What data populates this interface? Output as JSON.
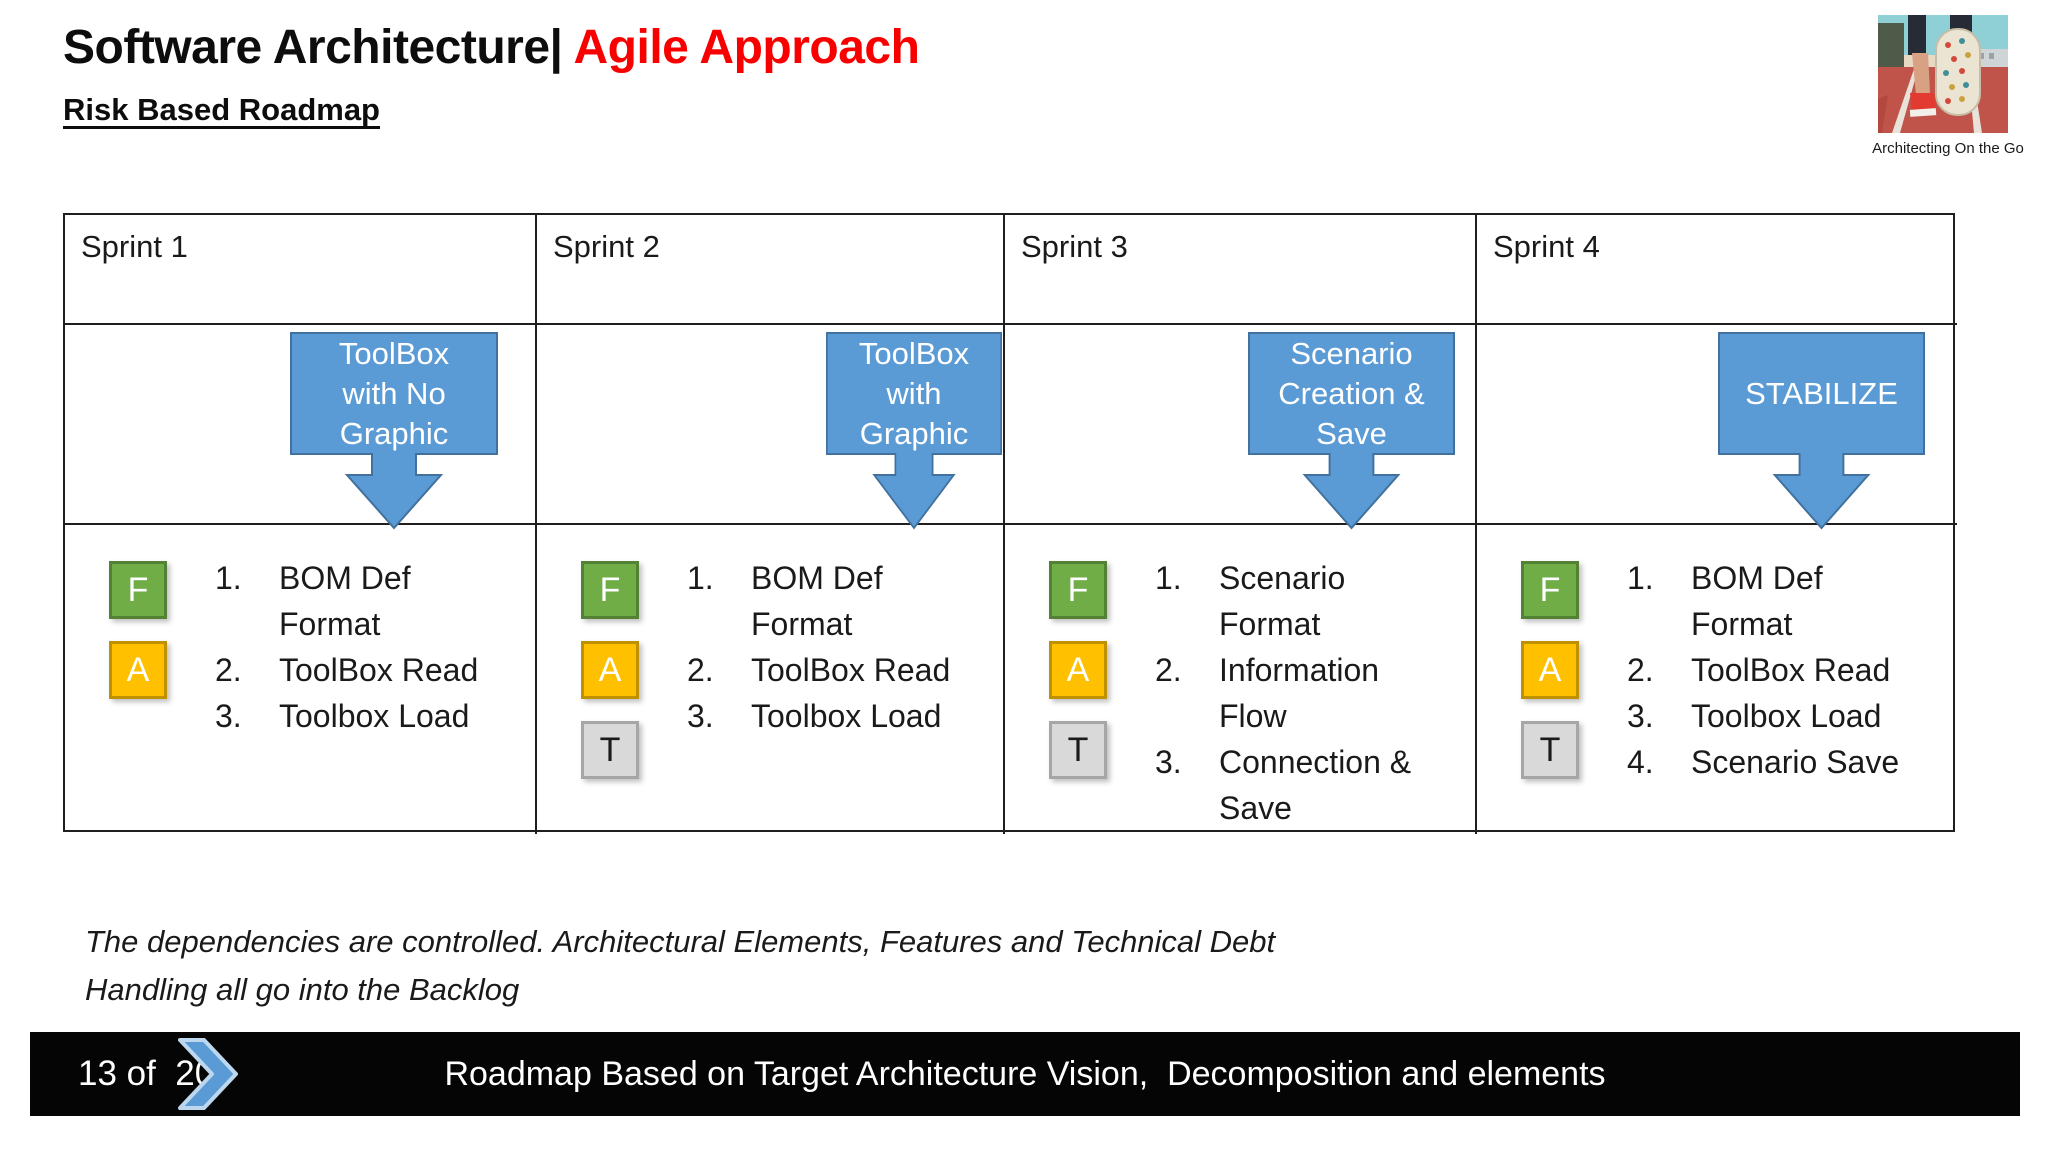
{
  "header": {
    "title_black": "Software Architecture|",
    "title_red": " Agile Approach",
    "subtitle": "Risk Based Roadmap",
    "logo_icon": "runner-on-track-photo",
    "logo_caption": "Architecting On the Go"
  },
  "colors": {
    "title_accent_red": "#F80000",
    "arrow_blue_fill": "#5B9BD5",
    "arrow_blue_border": "#41719C",
    "badge_green": "#70AD47",
    "badge_yellow": "#FFC000",
    "badge_gray": "#D9D9D9",
    "footer_background": "#050505",
    "footer_text": "#FFFFFF"
  },
  "table": {
    "columns": [
      {
        "header": "Sprint 1",
        "arrow_lines": [
          "ToolBox",
          "with No",
          "Graphic"
        ],
        "badges": [
          {
            "letter": "F"
          },
          {
            "letter": "A"
          }
        ],
        "items": [
          "BOM Def Format",
          "ToolBox Read",
          "Toolbox Load"
        ]
      },
      {
        "header": "Sprint 2",
        "arrow_lines": [
          "ToolBox",
          "with",
          "Graphic"
        ],
        "badges": [
          {
            "letter": "F"
          },
          {
            "letter": "A"
          },
          {
            "letter": "T"
          }
        ],
        "items": [
          "BOM Def Format",
          "ToolBox Read",
          "Toolbox Load"
        ]
      },
      {
        "header": "Sprint 3",
        "arrow_lines": [
          "Scenario",
          "Creation &",
          "Save"
        ],
        "badges": [
          {
            "letter": "F"
          },
          {
            "letter": "A"
          },
          {
            "letter": "T"
          }
        ],
        "items": [
          "Scenario Format",
          "Information Flow",
          "Connection & Save"
        ]
      },
      {
        "header": "Sprint 4",
        "arrow_lines": [
          "STABILIZE"
        ],
        "badges": [
          {
            "letter": "F"
          },
          {
            "letter": "A"
          },
          {
            "letter": "T"
          }
        ],
        "items": [
          "BOM Def Format",
          "ToolBox Read",
          "Toolbox Load",
          "Scenario Save"
        ]
      }
    ]
  },
  "note": {
    "text": "The dependencies are controlled. Architectural Elements, Features and Technical Debt Handling all go into the Backlog"
  },
  "footer": {
    "page": "13 of  20",
    "chevron_icon": "chevron-right",
    "message": "Roadmap Based on Target Architecture Vision,  Decomposition and elements"
  }
}
